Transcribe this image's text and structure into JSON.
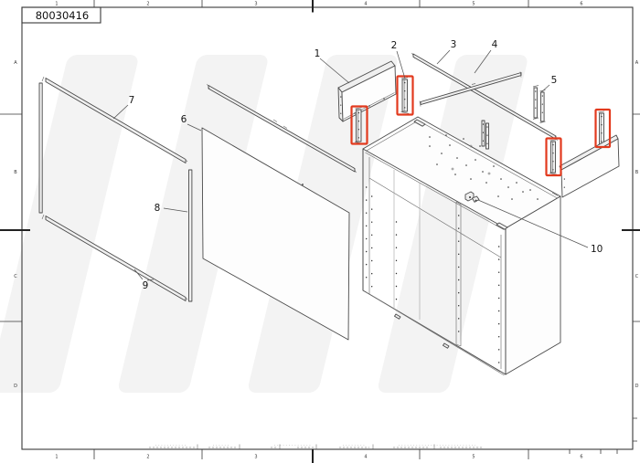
{
  "title_block": {
    "drawing_number": "80030416"
  },
  "border": {
    "column_labels": [
      "1",
      "2",
      "3",
      "4",
      "5",
      "6"
    ],
    "row_labels": [
      "A",
      "B",
      "C",
      "D"
    ]
  },
  "callouts": [
    {
      "label": "1"
    },
    {
      "label": "2"
    },
    {
      "label": "3"
    },
    {
      "label": "4"
    },
    {
      "label": "5"
    },
    {
      "label": "6"
    },
    {
      "label": "7"
    },
    {
      "label": "8"
    },
    {
      "label": "9"
    },
    {
      "label": "10"
    }
  ],
  "colors": {
    "highlight_red": "#e23a1e",
    "line": "#4a4a4a",
    "watermark_gray": "#f3f3f3"
  }
}
